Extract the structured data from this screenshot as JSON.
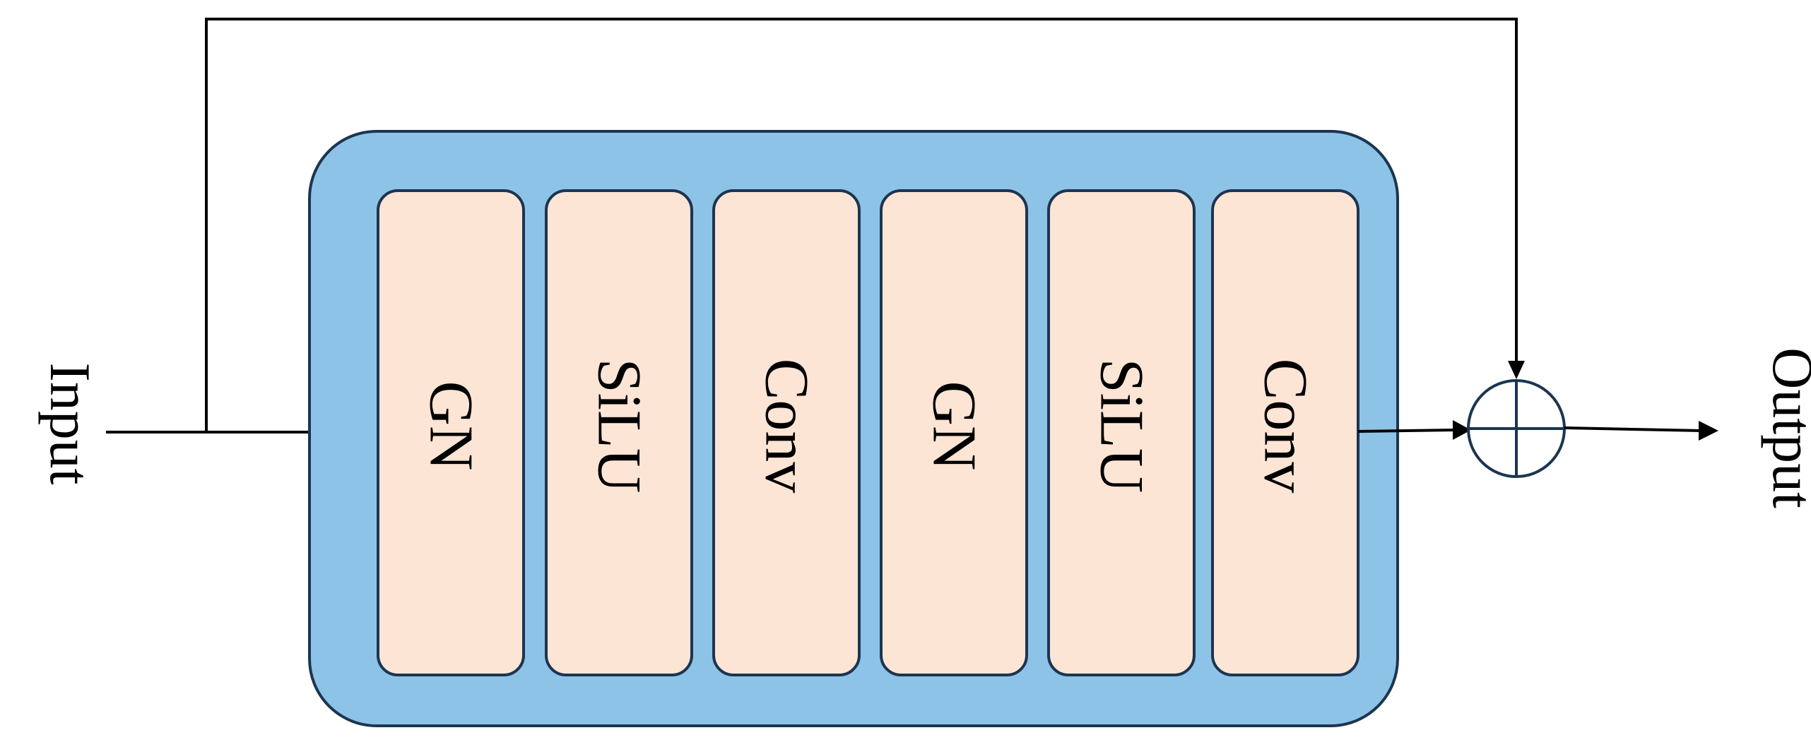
{
  "diagram": {
    "input_label": "Input",
    "output_label": "Output",
    "layers": [
      {
        "label": "GN"
      },
      {
        "label": "SiLU"
      },
      {
        "label": "Conv"
      },
      {
        "label": "GN"
      },
      {
        "label": "SiLU"
      },
      {
        "label": "Conv"
      }
    ],
    "colors": {
      "block_fill": "#8dc3e7",
      "block_stroke": "#1c3550",
      "layer_fill": "#fde5d5",
      "layer_stroke": "#1c3550",
      "arrow": "#000000",
      "sum_node_stroke": "#1c3550"
    },
    "sum_node_icon": "circled-plus-icon"
  }
}
